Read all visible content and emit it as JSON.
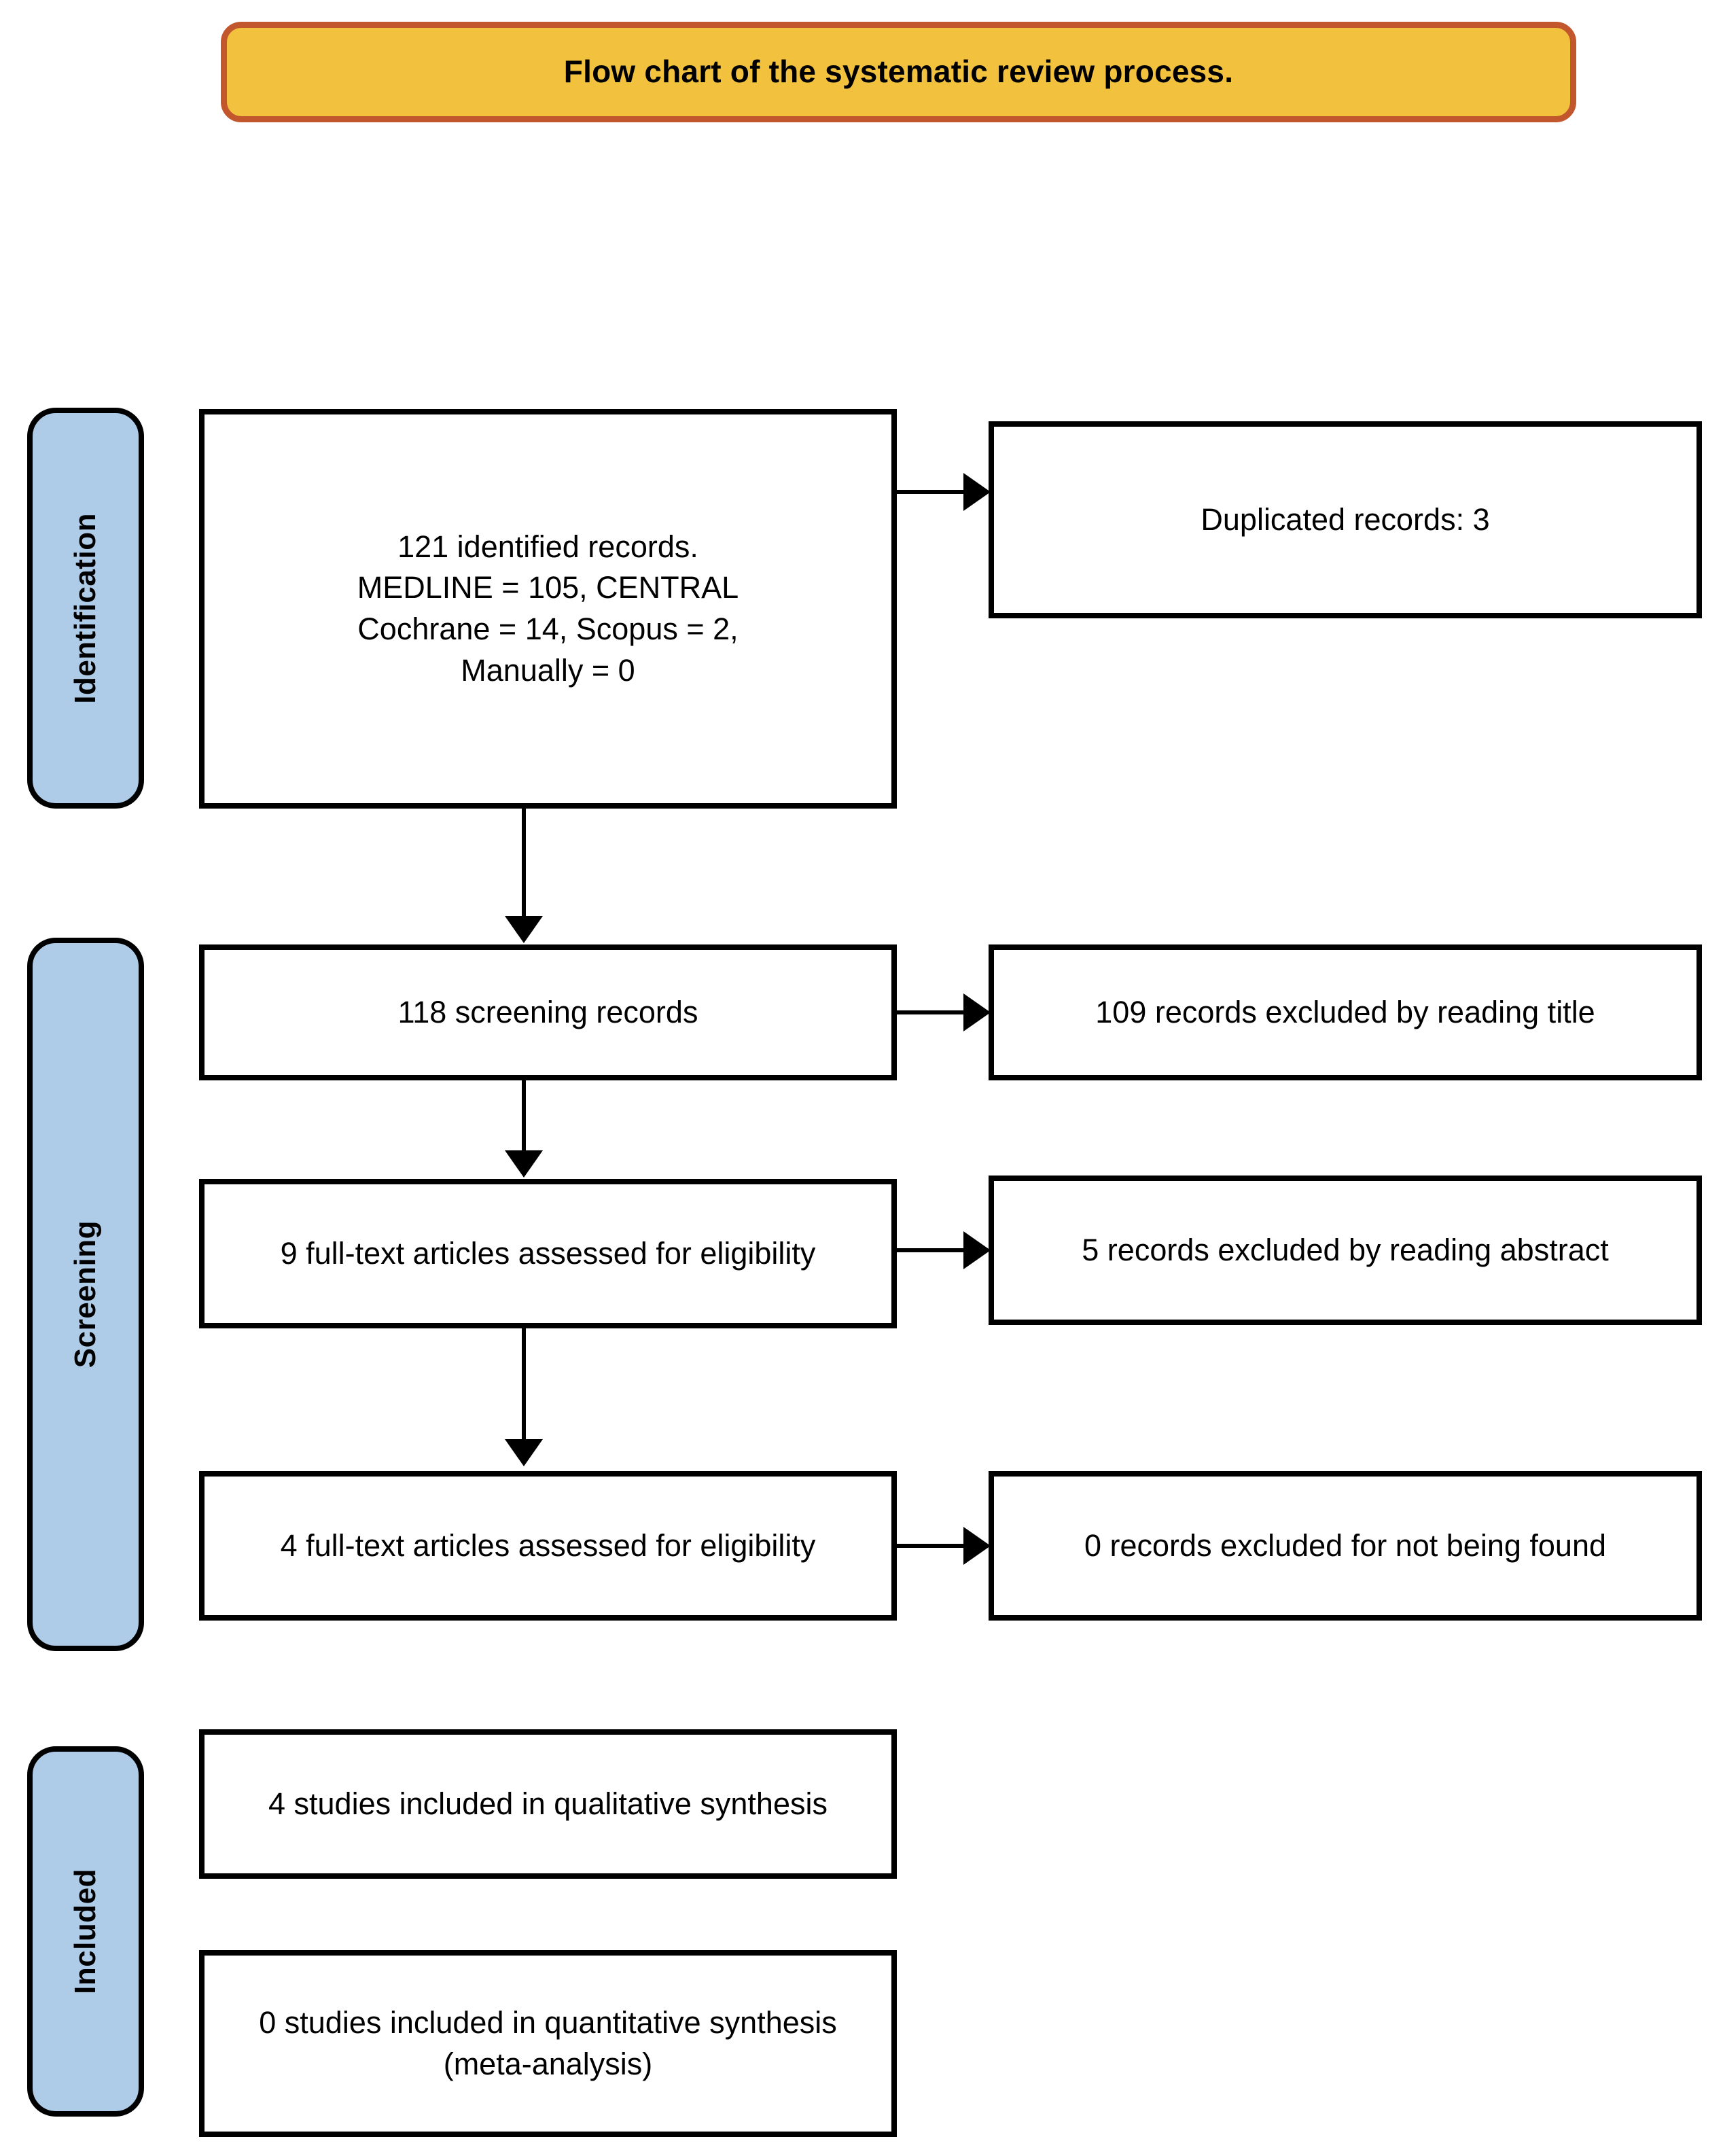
{
  "title": {
    "text": "Flow chart of the systematic review process.",
    "fill_color": "#F2C23F",
    "border_color": "#C2562C"
  },
  "stages": [
    {
      "id": "identification",
      "label": "Identification",
      "fill_color": "#AECBE8"
    },
    {
      "id": "screening",
      "label": "Screening",
      "fill_color": "#AECBE8"
    },
    {
      "id": "included",
      "label": "Included",
      "fill_color": "#AECBE8"
    }
  ],
  "boxes": {
    "identified_records": "121 identified records.\nMEDLINE = 105, CENTRAL\nCochrane = 14, Scopus = 2,\nManually = 0",
    "duplicated_records": "Duplicated records: 3",
    "screening_records": "118 screening records",
    "excluded_title": "109 records excluded by reading title",
    "fulltext_9": "9 full-text articles assessed for eligibility",
    "excluded_abstract": "5 records excluded by reading abstract",
    "fulltext_4": "4 full-text articles assessed for eligibility",
    "excluded_notfound": "0 records excluded for not being found",
    "qualitative_synthesis": "4 studies included in qualitative synthesis",
    "quantitative_synthesis": "0 studies included in quantitative synthesis (meta-analysis)"
  },
  "chart_data": {
    "type": "diagram",
    "title": "Flow chart of the systematic review process.",
    "diagram_kind": "PRISMA flow diagram",
    "stages": [
      "Identification",
      "Screening",
      "Included"
    ],
    "nodes": [
      {
        "id": "identified_records",
        "stage": "Identification",
        "column": "left",
        "label": "121 identified records. MEDLINE = 105, CENTRAL Cochrane = 14, Scopus = 2, Manually = 0",
        "count": 121
      },
      {
        "id": "duplicated_records",
        "stage": "Identification",
        "column": "right",
        "label": "Duplicated records: 3",
        "count": 3
      },
      {
        "id": "screening_records",
        "stage": "Screening",
        "column": "left",
        "label": "118 screening records",
        "count": 118
      },
      {
        "id": "excluded_title",
        "stage": "Screening",
        "column": "right",
        "label": "109 records excluded by reading title",
        "count": 109
      },
      {
        "id": "fulltext_9",
        "stage": "Screening",
        "column": "left",
        "label": "9 full-text articles assessed for eligibility",
        "count": 9
      },
      {
        "id": "excluded_abstract",
        "stage": "Screening",
        "column": "right",
        "label": "5 records excluded by reading abstract",
        "count": 5
      },
      {
        "id": "fulltext_4",
        "stage": "Screening",
        "column": "left",
        "label": "4 full-text articles assessed for eligibility",
        "count": 4
      },
      {
        "id": "excluded_notfound",
        "stage": "Screening",
        "column": "right",
        "label": "0 records excluded for not being found",
        "count": 0
      },
      {
        "id": "qualitative_synthesis",
        "stage": "Included",
        "column": "left",
        "label": "4 studies included in qualitative synthesis",
        "count": 4
      },
      {
        "id": "quantitative_synthesis",
        "stage": "Included",
        "column": "left",
        "label": "0 studies included in quantitative synthesis (meta-analysis)",
        "count": 0
      }
    ],
    "edges": [
      {
        "from": "identified_records",
        "to": "duplicated_records",
        "direction": "right"
      },
      {
        "from": "identified_records",
        "to": "screening_records",
        "direction": "down"
      },
      {
        "from": "screening_records",
        "to": "excluded_title",
        "direction": "right"
      },
      {
        "from": "screening_records",
        "to": "fulltext_9",
        "direction": "down"
      },
      {
        "from": "fulltext_9",
        "to": "excluded_abstract",
        "direction": "right"
      },
      {
        "from": "fulltext_9",
        "to": "fulltext_4",
        "direction": "down"
      },
      {
        "from": "fulltext_4",
        "to": "excluded_notfound",
        "direction": "right"
      }
    ]
  }
}
